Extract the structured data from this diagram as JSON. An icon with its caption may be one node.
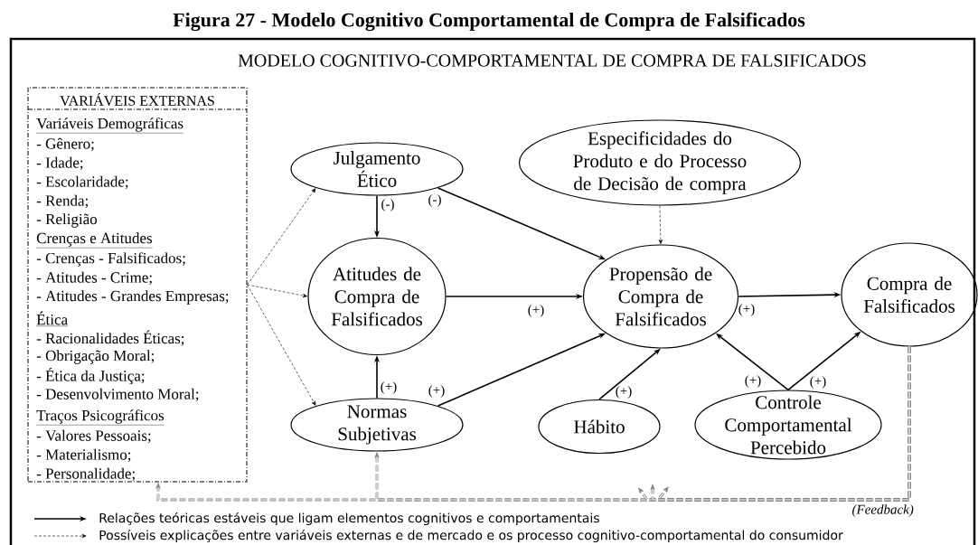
{
  "diagram": {
    "title": "Figura 27 - Modelo Cognitivo Comportamental de Compra de Falsificados",
    "nodes": [
      {
        "text": [
          "VARIÁVEIS EXTERNAS",
          "Variáveis Demográficas",
          "- Gênero;",
          "- Idade;",
          "- Escolaridade;",
          "- Renda;",
          "- Religião",
          "Crenças e Atitudes",
          "- Crenças - Falsificados;",
          "- Atitudes - Crime;",
          "- Atitudes - Grandes Empresas;",
          "Ética",
          "- Racionalidades Éticas;",
          "- Obrigação Moral;",
          "- Ética da Justiça;",
          "- Desenvolvimento Moral;",
          "Traços Psicográficos",
          "- Valores Pessoais;",
          "- Materialismo;",
          "- Personalidade;"
        ]
      },
      {
        "text": [
          "Julgamento Ético"
        ]
      },
      {
        "text": [
          "Especificidades do Produto e do Processo de Decisão de compra"
        ]
      },
      {
        "text": [
          "Atitudes de Compra de Falsificados"
        ]
      },
      {
        "text": [
          "Propensão de Compra de Falsificados"
        ]
      },
      {
        "text": [
          "Compra de Falsificados"
        ]
      },
      {
        "text": [
          "Normas Subjetivas"
        ]
      },
      {
        "text": [
          "Hábito"
        ]
      },
      {
        "text": [
          "Controle Comportamental Percebido"
        ]
      }
    ],
    "edges": [
      {
        "from": 0,
        "to": 1,
        "arrow": "to",
        "style": "dashed"
      },
      {
        "from": 0,
        "to": 3,
        "arrow": "to",
        "style": "dashed"
      },
      {
        "from": 0,
        "to": 6,
        "arrow": "to",
        "style": "dashed"
      },
      {
        "from": 1,
        "to": 3,
        "arrow": "to",
        "label": "(-)"
      },
      {
        "from": 1,
        "to": 4,
        "arrow": "to",
        "label": "(-)"
      },
      {
        "from": 2,
        "to": 4,
        "arrow": "to",
        "style": "dashed"
      },
      {
        "from": 3,
        "to": 4,
        "arrow": "to",
        "label": "(+)"
      },
      {
        "from": 6,
        "to": 3,
        "arrow": "to",
        "label": "(+)"
      },
      {
        "from": 6,
        "to": 4,
        "arrow": "to",
        "label": "(+)"
      },
      {
        "from": 4,
        "to": 5,
        "arrow": "to",
        "label": "(+)"
      },
      {
        "from": 7,
        "to": 4,
        "arrow": "to",
        "label": "(+)"
      },
      {
        "from": 8,
        "to": 4,
        "arrow": "to",
        "label": "(+)"
      },
      {
        "from": 8,
        "to": 5,
        "arrow": "to",
        "label": "(+)"
      },
      {
        "from": 5,
        "to": 0,
        "arrow": "to",
        "style": "dashed",
        "color": "#808080",
        "label": "(Feedback)"
      },
      {
        "from": 5,
        "to": 6,
        "arrow": "to",
        "style": "dashed",
        "color": "#808080"
      },
      {
        "from": 5,
        "to": null,
        "arrow": "to",
        "style": "dashed",
        "color": "#808080"
      },
      {
        "from": 5,
        "to": null,
        "arrow": "to",
        "style": "dashed",
        "color": "#808080"
      },
      {
        "from": 5,
        "to": null,
        "arrow": "to",
        "style": "dashed",
        "color": "#808080"
      }
    ],
    "labels": [
      "MODELO COGNITIVO-COMPORTAMENTAL DE COMPRA DE FALSIFICADOS"
    ],
    "legend": [
      {
        "text": "Relações teóricas estáveis que ligam elementos cognitivos e comportamentais"
      },
      {
        "text": "Possíveis explicações entre variáveis externas e de mercado e os processo cognitivo-comportamental do consumidor"
      }
    ]
  }
}
